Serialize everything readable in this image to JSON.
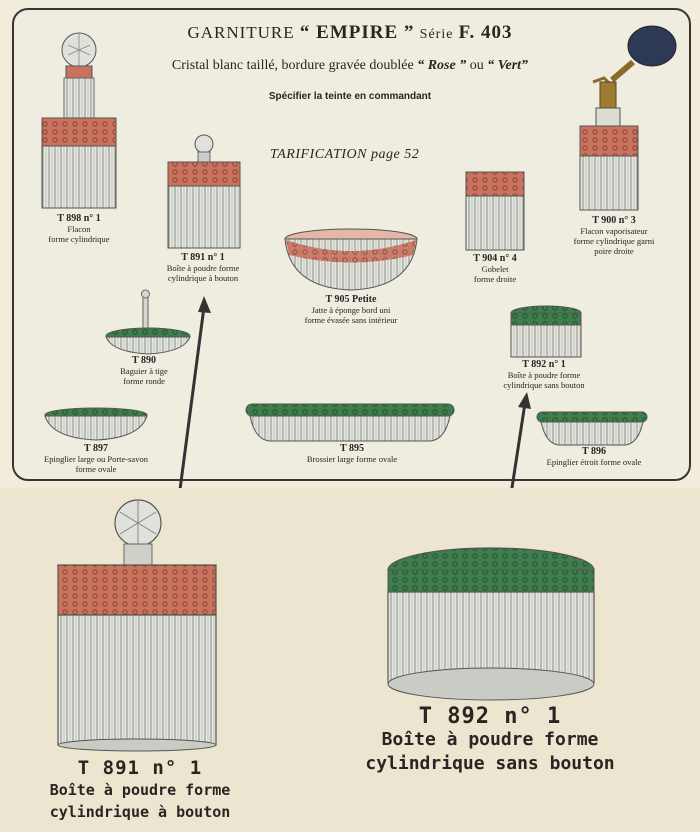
{
  "header": {
    "title_prefix": "GARNITURE",
    "title_name": "“ EMPIRE ”",
    "title_serie_label": "Série",
    "title_serie": "F. 403",
    "subtitle_prefix": "Cristal blanc taillé, bordure gravée doublée",
    "color_rose": "“ Rose ”",
    "subtitle_or": "ou",
    "color_vert": "“ Vert”",
    "specify": "Spécifier la teinte en commandant",
    "tarif": "TARIFICATION page 52"
  },
  "items": [
    {
      "code": "T 898 n° 1",
      "desc1": "Flacon",
      "desc2": "forme cylindrique"
    },
    {
      "code": "T 891 n° 1",
      "desc1": "Boîte à poudre forme",
      "desc2": "cylindrique à bouton"
    },
    {
      "code": "T 905 Petite",
      "desc1": "Jatte à éponge bord uni",
      "desc2": "forme évasée sans intérieur"
    },
    {
      "code": "T 904 n° 4",
      "desc1": "Gobelet",
      "desc2": "forme droite"
    },
    {
      "code": "T 900 n° 3",
      "desc1": "Flacon vaporisateur",
      "desc2": "forme cylindrique garni",
      "desc3": "poire droite"
    },
    {
      "code": "T 890",
      "desc1": "Baguier à tige",
      "desc2": "forme ronde"
    },
    {
      "code": "T 892 n° 1",
      "desc1": "Boîte à poudre forme",
      "desc2": "cylindrique sans bouton"
    },
    {
      "code": "T 897",
      "desc1": "Epinglier large ou Porte-savon",
      "desc2": "forme ovale"
    },
    {
      "code": "T 895",
      "desc1": "Brossier large forme ovale"
    },
    {
      "code": "T 896",
      "desc1": "Epinglier étroit forme ovale"
    }
  ],
  "zoom": [
    {
      "code": "T 891 n° 1",
      "desc1": "Boîte à poudre forme",
      "desc2": "cylindrique à bouton"
    },
    {
      "code": "T 892 n° 1",
      "desc1": "Boîte à poudre forme",
      "desc2": "cylindrique sans bouton"
    }
  ],
  "colors": {
    "rose": "#c9735e",
    "vert": "#3f7d4c",
    "crystal": "#d9dcd4",
    "ink": "#2a2522"
  }
}
